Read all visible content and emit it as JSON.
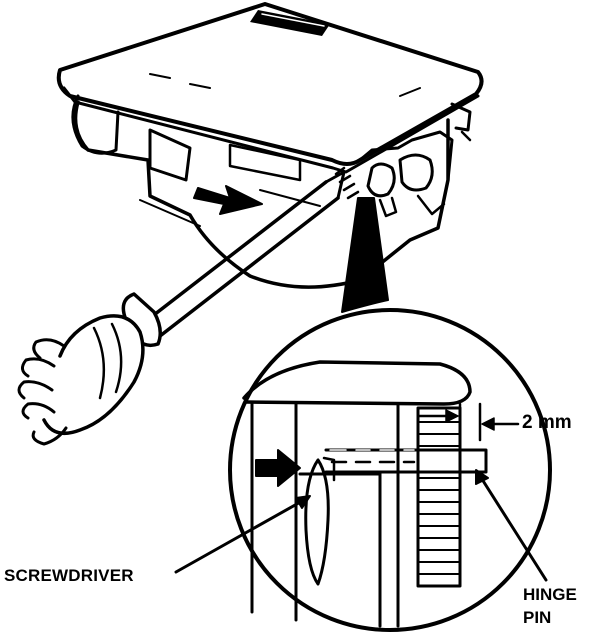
{
  "figure": {
    "labels": {
      "gap_dimension": "2 mm",
      "screwdriver": "SCREWDRIVER",
      "hinge_line1": "HINGE",
      "hinge_line2": "PIN"
    },
    "colors": {
      "ink": "#000000",
      "paper": "#ffffff"
    },
    "icons": [
      "direction-arrow-icon",
      "detail-arrow-icon",
      "dimension-arrow-icon"
    ]
  }
}
